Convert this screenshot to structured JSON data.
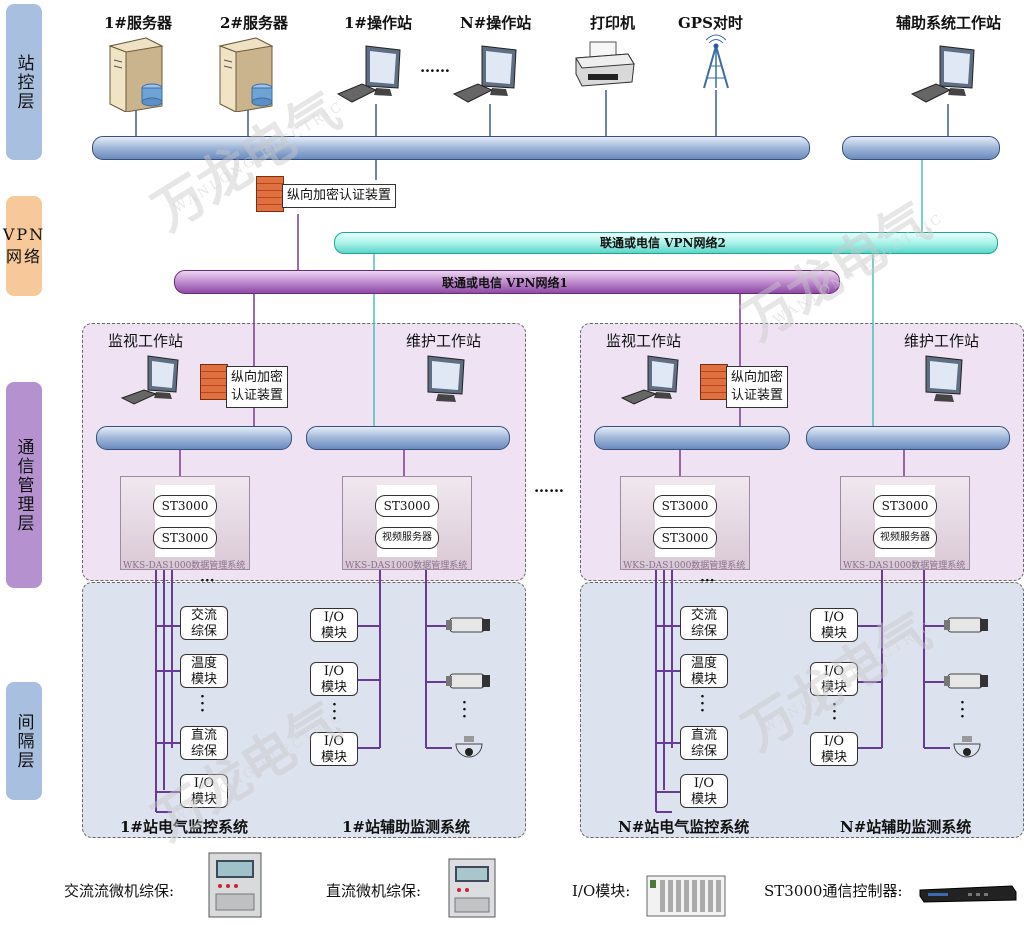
{
  "layers": {
    "station": "站控层",
    "vpn_line1": "VPN",
    "vpn_line2": "网络",
    "comm": "通信管理层",
    "bay": "间隔层"
  },
  "station_devices": {
    "server1": "1#服务器",
    "server2": "2#服务器",
    "op1": "1#操作站",
    "ellipsis": "……",
    "opN": "N#操作站",
    "printer": "打印机",
    "gps": "GPS对时",
    "aux": "辅助系统工作站"
  },
  "firewall_top": "纵向加密认证装置",
  "vpn2": "联通或电信 VPN网络2",
  "vpn1": "联通或电信 VPN网络1",
  "stations": [
    {
      "monitor_ws": "监视工作站",
      "maint_ws": "维护工作站",
      "fw_line1": "纵向加密",
      "fw_line2": "认证装置",
      "rack_a": [
        "ST3000",
        "ST3000"
      ],
      "rack_b": [
        "ST3000",
        "视频服务器"
      ],
      "rack_label": "WKS-DAS1000数据管理系统",
      "elec_modules": [
        [
          "交流",
          "综保"
        ],
        [
          "温度",
          "模块"
        ],
        [
          "直流",
          "综保"
        ],
        [
          "I/O",
          "模块"
        ]
      ],
      "io_modules": [
        [
          "I/O",
          "模块"
        ],
        [
          "I/O",
          "模块"
        ],
        [
          "I/O",
          "模块"
        ]
      ],
      "elec_title": "1#站电气监控系统",
      "aux_title": "1#站辅助监测系统"
    },
    {
      "monitor_ws": "监视工作站",
      "maint_ws": "维护工作站",
      "fw_line1": "纵向加密",
      "fw_line2": "认证装置",
      "rack_a": [
        "ST3000",
        "ST3000"
      ],
      "rack_b": [
        "ST3000",
        "视频服务器"
      ],
      "rack_label": "WKS-DAS1000数据管理系统",
      "elec_modules": [
        [
          "交流",
          "综保"
        ],
        [
          "温度",
          "模块"
        ],
        [
          "直流",
          "综保"
        ],
        [
          "I/O",
          "模块"
        ]
      ],
      "io_modules": [
        [
          "I/O",
          "模块"
        ],
        [
          "I/O",
          "模块"
        ],
        [
          "I/O",
          "模块"
        ]
      ],
      "elec_title": "N#站电气监控系统",
      "aux_title": "N#站辅助监测系统"
    }
  ],
  "mid_ellipsis": "……",
  "legend": {
    "ac": "交流流微机综保:",
    "dc": "直流微机综保:",
    "io": "I/O模块:",
    "st3000": "ST3000通信控制器:"
  },
  "watermark": {
    "cn": "万龙电气",
    "en": "WANLONG ELECTRIC"
  },
  "colors": {
    "layer_station": "#a9bfe0",
    "layer_vpn": "#f6c89a",
    "layer_comm": "#b592cf",
    "layer_bay": "#a9bfe0",
    "panel_comm": "#efe3f3",
    "panel_bay": "#dde3ee"
  }
}
